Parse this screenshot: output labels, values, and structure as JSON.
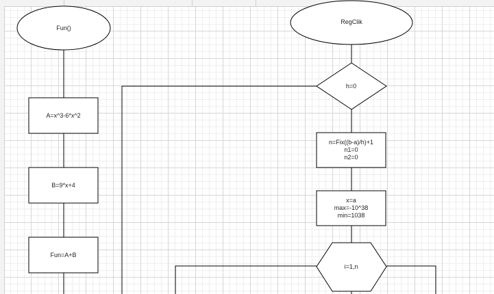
{
  "diagram": {
    "left_flow": {
      "start": "Fun()",
      "step1": "A=x^3-6*x^2",
      "step2": "B=9*x+4",
      "step3": "Fun=A+B"
    },
    "right_flow": {
      "start": "RegClik",
      "decision": "h=0",
      "process1": [
        "n=Fix((b-a)/h)+1",
        "n1=0",
        "n2=0"
      ],
      "process2": [
        "x=a",
        "max=-10^38",
        "min=1038"
      ],
      "loop": "i=1,n"
    },
    "colors": {
      "stroke": "#000000",
      "fill": "#ffffff",
      "grid": "#d6d6d6"
    }
  }
}
